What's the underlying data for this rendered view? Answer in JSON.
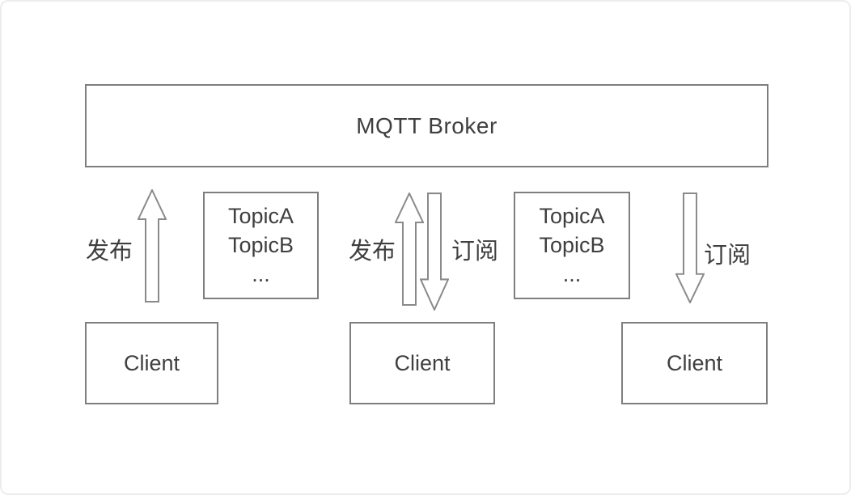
{
  "broker": {
    "label": "MQTT Broker"
  },
  "topic_boxes": [
    {
      "lines": [
        "TopicA",
        "TopicB",
        "..."
      ]
    },
    {
      "lines": [
        "TopicA",
        "TopicB",
        "..."
      ]
    }
  ],
  "clients": [
    {
      "label": "Client"
    },
    {
      "label": "Client"
    },
    {
      "label": "Client"
    }
  ],
  "arrows": [
    {
      "icon": "arrow-up-icon",
      "direction": "up",
      "label": "发布"
    },
    {
      "icon": "arrow-up-icon",
      "direction": "up",
      "label": "发布"
    },
    {
      "icon": "arrow-down-icon",
      "direction": "down",
      "label": "订阅"
    },
    {
      "icon": "arrow-down-icon",
      "direction": "down",
      "label": "订阅"
    }
  ],
  "colors": {
    "background": "#ffffff",
    "card_border": "#ededed",
    "box_border": "#7e7e7e",
    "arrow_stroke": "#8a8a8a",
    "text": "#3f3f3f"
  }
}
